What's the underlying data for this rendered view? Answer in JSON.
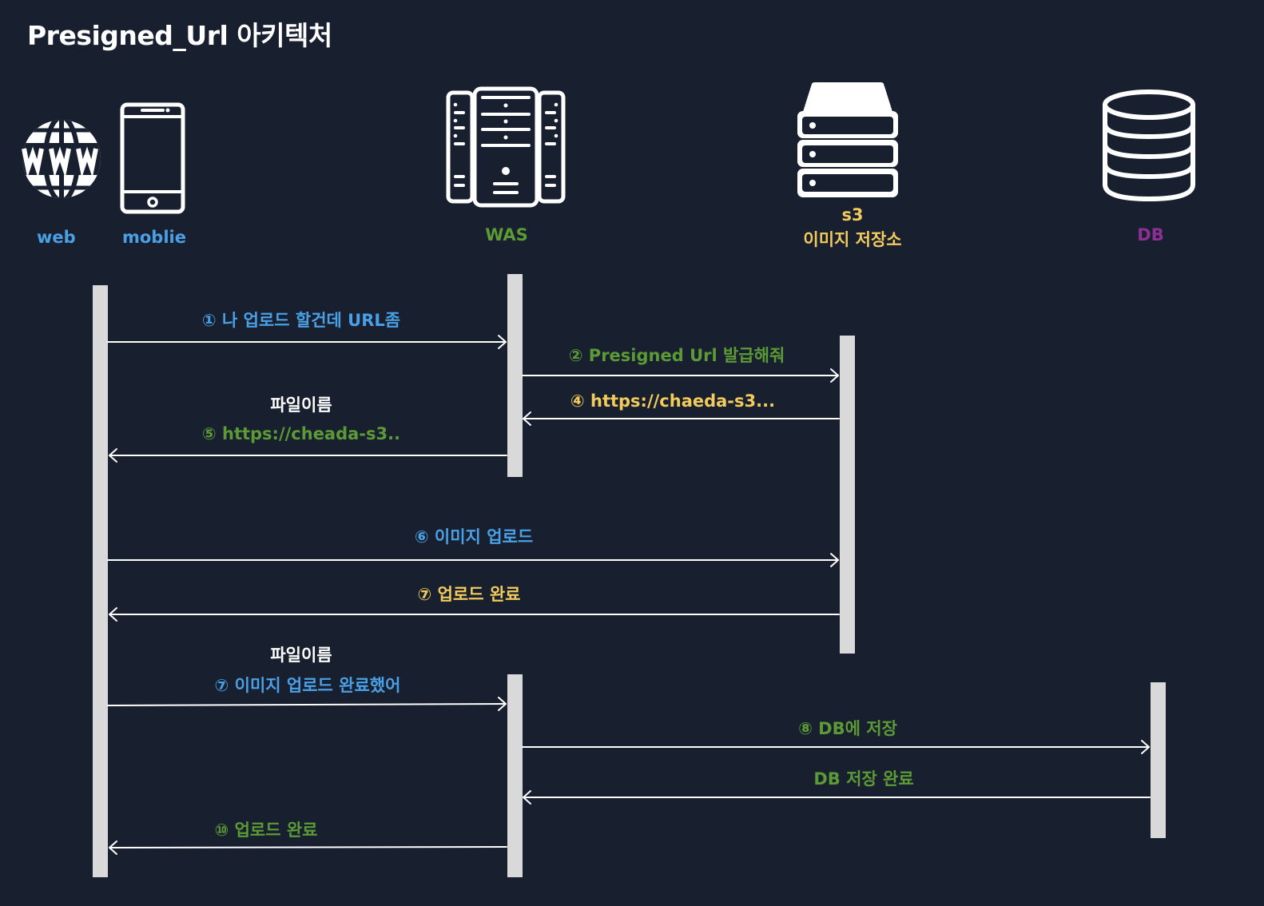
{
  "title": "Presigned_Url 아키텍처",
  "colors": {
    "background": "#18202f",
    "lifeline": "#d9d9d9",
    "blue": "#4aa0e6",
    "green": "#5c9a35",
    "yellow": "#f2cb5c",
    "purple": "#8e2f97",
    "white": "#ffffff"
  },
  "actors": {
    "web": {
      "label": "web",
      "icon": "globe-www-icon"
    },
    "mobile": {
      "label": "moblie",
      "icon": "smartphone-icon"
    },
    "was": {
      "label": "WAS",
      "icon": "server-rack-icon"
    },
    "s3": {
      "label_line1": "s3",
      "label_line2": "이미지 저장소",
      "icon": "storage-server-icon"
    },
    "db": {
      "label": "DB",
      "icon": "database-icon"
    }
  },
  "messages": [
    {
      "id": "m1",
      "text": "① 나 업로드 할건데 URL좀",
      "color": "blue"
    },
    {
      "id": "m2",
      "text": "② Presigned Url 발급해줘",
      "color": "green"
    },
    {
      "id": "m4",
      "text": "④ https://chaeda-s3...",
      "color": "yellow"
    },
    {
      "id": "m5",
      "pre_text": "파일이름",
      "text": "⑤ https://cheada-s3..",
      "color": "green"
    },
    {
      "id": "m6",
      "text": "⑥ 이미지 업로드",
      "color": "blue"
    },
    {
      "id": "m7a",
      "text": "⑦ 업로드 완료",
      "color": "yellow"
    },
    {
      "id": "m7b",
      "pre_text": "파일이름",
      "text": "⑦ 이미지 업로드 완료했어",
      "color": "blue"
    },
    {
      "id": "m8",
      "text": "⑧ DB에 저장",
      "color": "green"
    },
    {
      "id": "m9",
      "text": "DB 저장 완료",
      "color": "green"
    },
    {
      "id": "m10",
      "text": "⑩ 업로드 완료",
      "color": "green"
    }
  ]
}
